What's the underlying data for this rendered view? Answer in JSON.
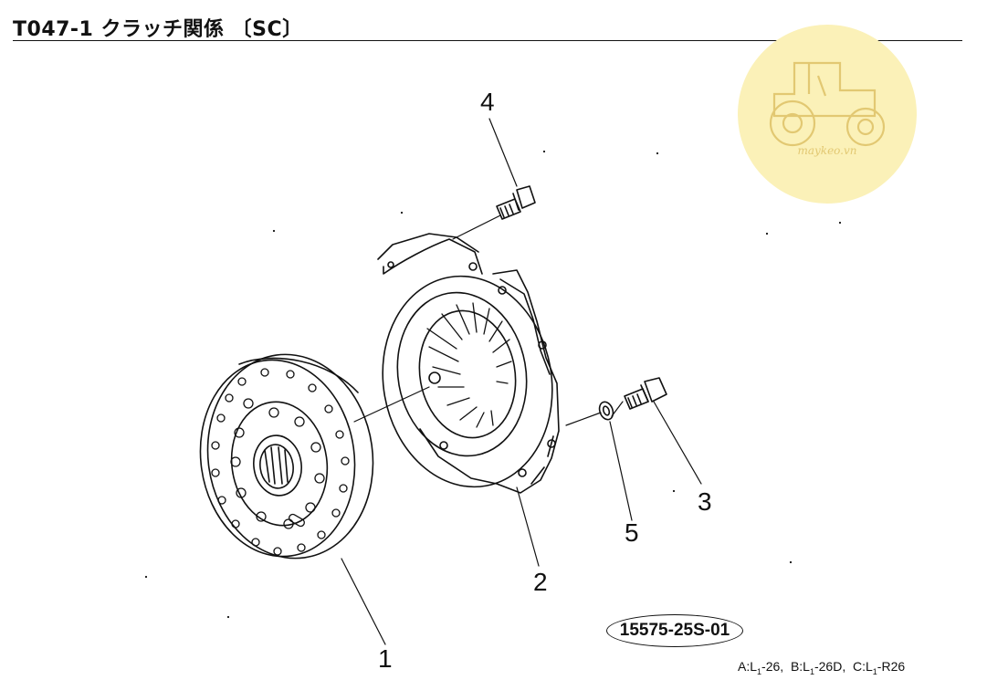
{
  "header": {
    "title": "T047-1 クラッチ関係 〔SC〕"
  },
  "callouts": [
    "1",
    "2",
    "3",
    "4",
    "5"
  ],
  "diagram_code": "15575-25S-01",
  "model_note": {
    "parts": [
      {
        "prefix": "A:L",
        "sub": "1",
        "suffix": "-26,"
      },
      {
        "prefix": "B:L",
        "sub": "1",
        "suffix": "-26D,"
      },
      {
        "prefix": "C:L",
        "sub": "1",
        "suffix": "-R26"
      }
    ]
  },
  "watermark": {
    "text": "maykeo.vn",
    "color": "#fbf1b8"
  }
}
